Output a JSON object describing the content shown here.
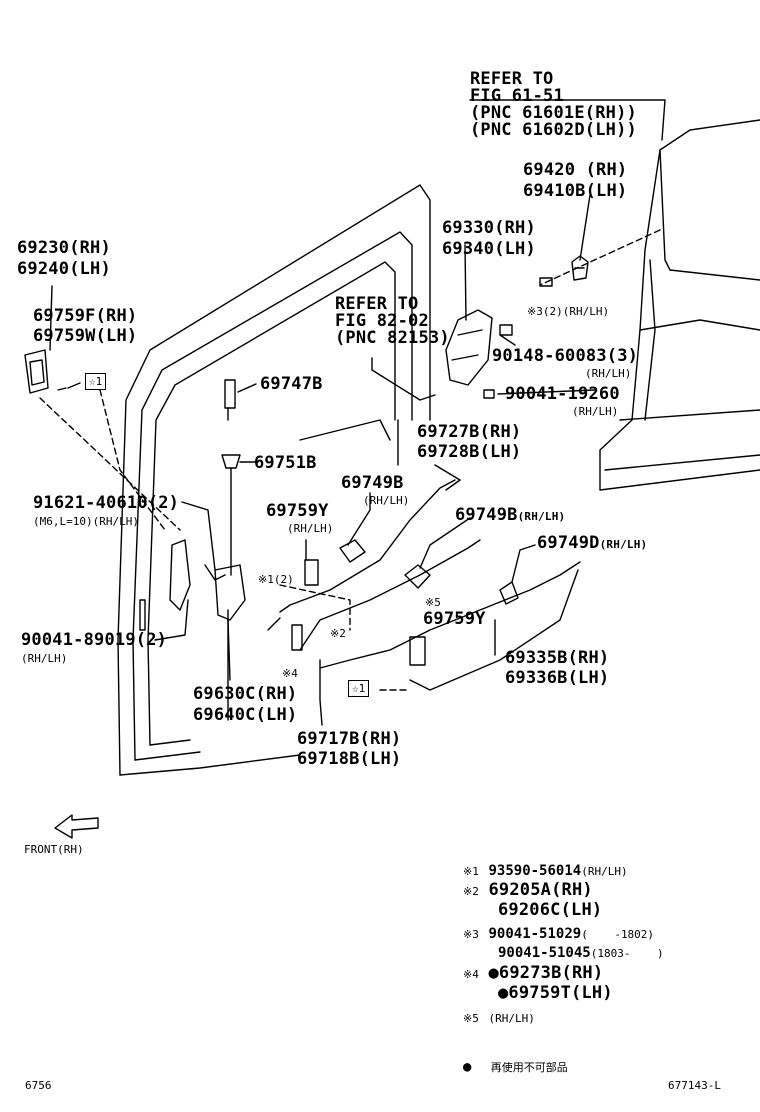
{
  "refer_top": {
    "line1": "REFER TO",
    "line2": "FIG 61-51",
    "line3": "(PNC 61601E(RH))",
    "line4": "(PNC 61602D(LH))"
  },
  "refer_mid": {
    "line1": "REFER TO",
    "line2": "FIG 82-02",
    "line3": "(PNC 82153)"
  },
  "parts": {
    "p69420": {
      "num": "69420",
      "side": "(RH)"
    },
    "p69410": {
      "num": "69410B",
      "side": "(LH)"
    },
    "p69330": {
      "num": "69330",
      "side": "(RH)"
    },
    "p69340": {
      "num": "69340",
      "side": "(LH)"
    },
    "p69230": {
      "num": "69230",
      "side": "(RH)"
    },
    "p69240": {
      "num": "69240",
      "side": "(LH)"
    },
    "p69759F": {
      "num": "69759F",
      "side": "(RH)"
    },
    "p69759W": {
      "num": "69759W",
      "side": "(LH)"
    },
    "star1_left": "☆1",
    "star1_right": "☆1",
    "note3_small": "※3(2)(RH/LH)",
    "p90148": {
      "num": "90148-60083",
      "qty": "(3)",
      "side": "(RH/LH)"
    },
    "p90041_19260": {
      "num": "90041-19260",
      "side": "(RH/LH)"
    },
    "p69747B": "69747B",
    "p69751B": "69751B",
    "p69727B": {
      "num": "69727B",
      "side": "(RH)"
    },
    "p69728B": {
      "num": "69728B",
      "side": "(LH)"
    },
    "p69749B_a": {
      "num": "69749B",
      "side": "(RH/LH)"
    },
    "p69749B_b": {
      "num": "69749B",
      "side": "(RH/LH)"
    },
    "p69749D": {
      "num": "69749D",
      "side": "(RH/LH)"
    },
    "p69759Y_a": {
      "num": "69759Y",
      "side": "(RH/LH)"
    },
    "p69759Y_b": "69759Y",
    "note5_small": "※5",
    "p91621": {
      "num": "91621-40610",
      "qty": "(2)",
      "spec": "(M6,L=10)(RH/LH)"
    },
    "note1_small": "※1(2)",
    "note2_small": "※2",
    "note4_small": "※4",
    "p90041_89019": {
      "num": "90041-89019",
      "qty": "(2)",
      "side": "(RH/LH)"
    },
    "p69335B": {
      "num": "69335B",
      "side": "(RH)"
    },
    "p69336B": {
      "num": "69336B",
      "side": "(LH)"
    },
    "p69630C": {
      "num": "69630C",
      "side": "(RH)"
    },
    "p69640C": {
      "num": "69640C",
      "side": "(LH)"
    },
    "p69717B": {
      "num": "69717B",
      "side": "(RH)"
    },
    "p69718B": {
      "num": "69718B",
      "side": "(LH)"
    }
  },
  "front_label": "FRONT(RH)",
  "legend": {
    "r1": {
      "mark": "※1",
      "num": "93590-56014",
      "side": "(RH/LH)"
    },
    "r2": {
      "mark": "※2",
      "num": "69205A",
      "side": "(RH)"
    },
    "r2b": {
      "num": "69206C",
      "side": "(LH)"
    },
    "r3": {
      "mark": "※3",
      "num": "90041-51029",
      "range": "(    -1802)"
    },
    "r3b": {
      "num": "90041-51045",
      "range": "(1803-    )"
    },
    "r4": {
      "mark": "※4",
      "num": "●69273B",
      "side": "(RH)"
    },
    "r4b": {
      "num": "●69759T",
      "side": "(LH)"
    },
    "r5": {
      "mark": "※5",
      "side": "(RH/LH)"
    },
    "note_dot": "●",
    "note_text": "再使用不可部品"
  },
  "footer": {
    "left": "6756",
    "right": "677143-L"
  }
}
